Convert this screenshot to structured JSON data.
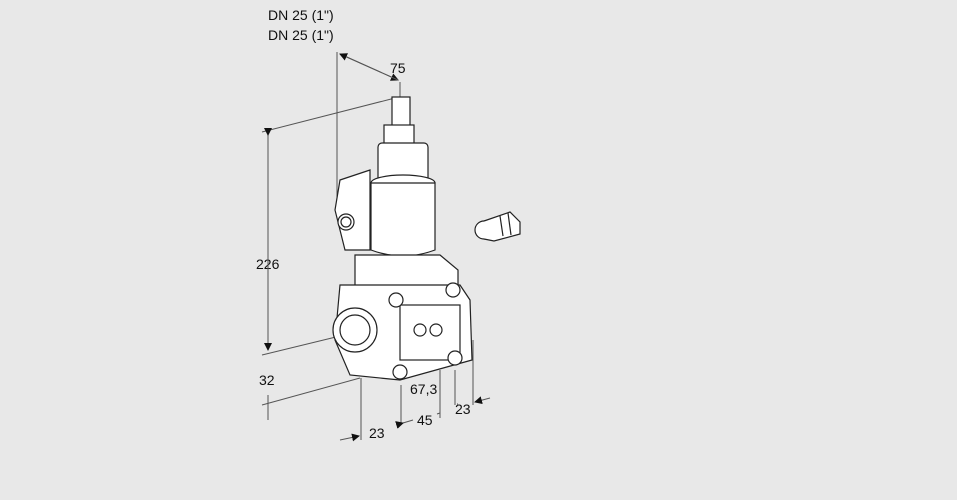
{
  "title_lines": [
    "DN 25 (1\")",
    "DN 25 (1\")"
  ],
  "dimensions": {
    "top_width": "75",
    "height_total": "226",
    "height_bottom": "32",
    "width_left": "23",
    "width_mid": "45",
    "width_right": "23",
    "offset": "67,3"
  },
  "colors": {
    "background": "#e8e8e8",
    "line": "#222222",
    "fill": "#ffffff"
  }
}
